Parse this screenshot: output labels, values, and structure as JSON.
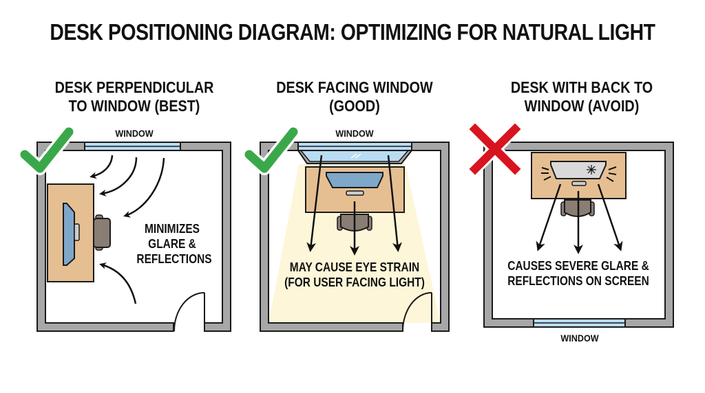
{
  "title": "DESK POSITIONING DIAGRAM: OPTIMIZING FOR NATURAL LIGHT",
  "colors": {
    "wall": "#a7a7a7",
    "outline": "#1a1a1a",
    "window_glass": "#b9dcf2",
    "desk": "#e5bf92",
    "monitor_screen": "#7fa7c9",
    "monitor_glare_screen": "#d9d9d9",
    "chair": "#8a7d74",
    "light_cone": "#fdf6d8",
    "check_green": "#3aa84a",
    "x_red": "#d7141f"
  },
  "panels": [
    {
      "id": "perpendicular",
      "title_line1": "DESK PERPENDICULAR",
      "title_line2": "TO WINDOW (BEST)",
      "window_label": "WINDOW",
      "window_position": "top",
      "rating_icon": "check-icon",
      "rating": "BEST",
      "annotation_line1": "MINIMIZES",
      "annotation_line2": "GLARE &",
      "annotation_line3": "REFLECTIONS"
    },
    {
      "id": "facing",
      "title_line1": "DESK FACING WINDOW",
      "title_line2": "(GOOD)",
      "window_label": "WINDOW",
      "window_position": "top",
      "rating_icon": "check-icon",
      "rating": "GOOD",
      "annotation_line1": "MAY CAUSE EYE STRAIN",
      "annotation_line2": "(FOR USER FACING LIGHT)"
    },
    {
      "id": "back-to-window",
      "title_line1": "DESK WITH BACK TO",
      "title_line2": "WINDOW (AVOID)",
      "window_label": "WINDOW",
      "window_position": "bottom",
      "rating_icon": "x-icon",
      "rating": "AVOID",
      "annotation_line1": "CAUSES SEVERE GLARE &",
      "annotation_line2": "REFLECTIONS ON SCREEN"
    }
  ]
}
